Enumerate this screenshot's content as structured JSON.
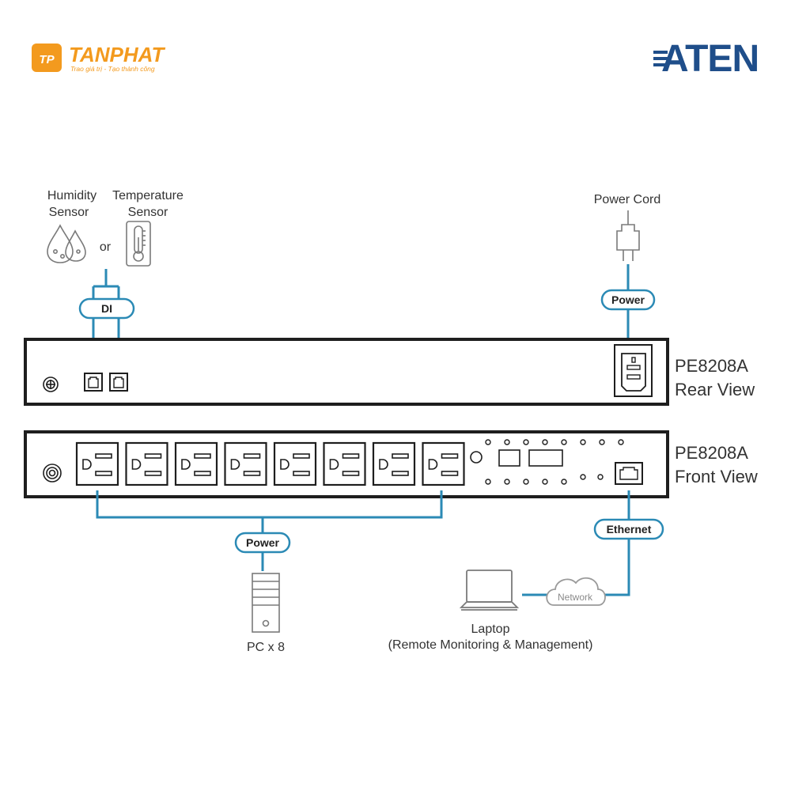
{
  "colors": {
    "line": "#2b8ab5",
    "device": "#1e1e1e",
    "label": "#333333",
    "tanphat_orange": "#f39a1e",
    "aten_blue": "#1f4e8a",
    "gray_icon": "#7a7a7a",
    "cloud": "#9a9a9a"
  },
  "logos": {
    "tanphat_name": "TANPHAT",
    "tanphat_slogan": "Trao giá trị - Tạo thành công",
    "aten_name": "ATEN"
  },
  "sensors": {
    "humidity_line1": "Humidity",
    "humidity_line2": "Sensor",
    "or": "or",
    "temperature_line1": "Temperature",
    "temperature_line2": "Sensor",
    "di_label": "DI"
  },
  "power_cord": {
    "label": "Power Cord",
    "pill": "Power"
  },
  "rear_view": {
    "model": "PE8208A",
    "view": "Rear View"
  },
  "front_view": {
    "model": "PE8208A",
    "view": "Front View",
    "outlet_count": 8
  },
  "pc": {
    "pill": "Power",
    "label": "PC x 8"
  },
  "network": {
    "pill": "Ethernet",
    "cloud_label": "Network",
    "laptop_line1": "Laptop",
    "laptop_line2": "(Remote Monitoring & Management)"
  }
}
